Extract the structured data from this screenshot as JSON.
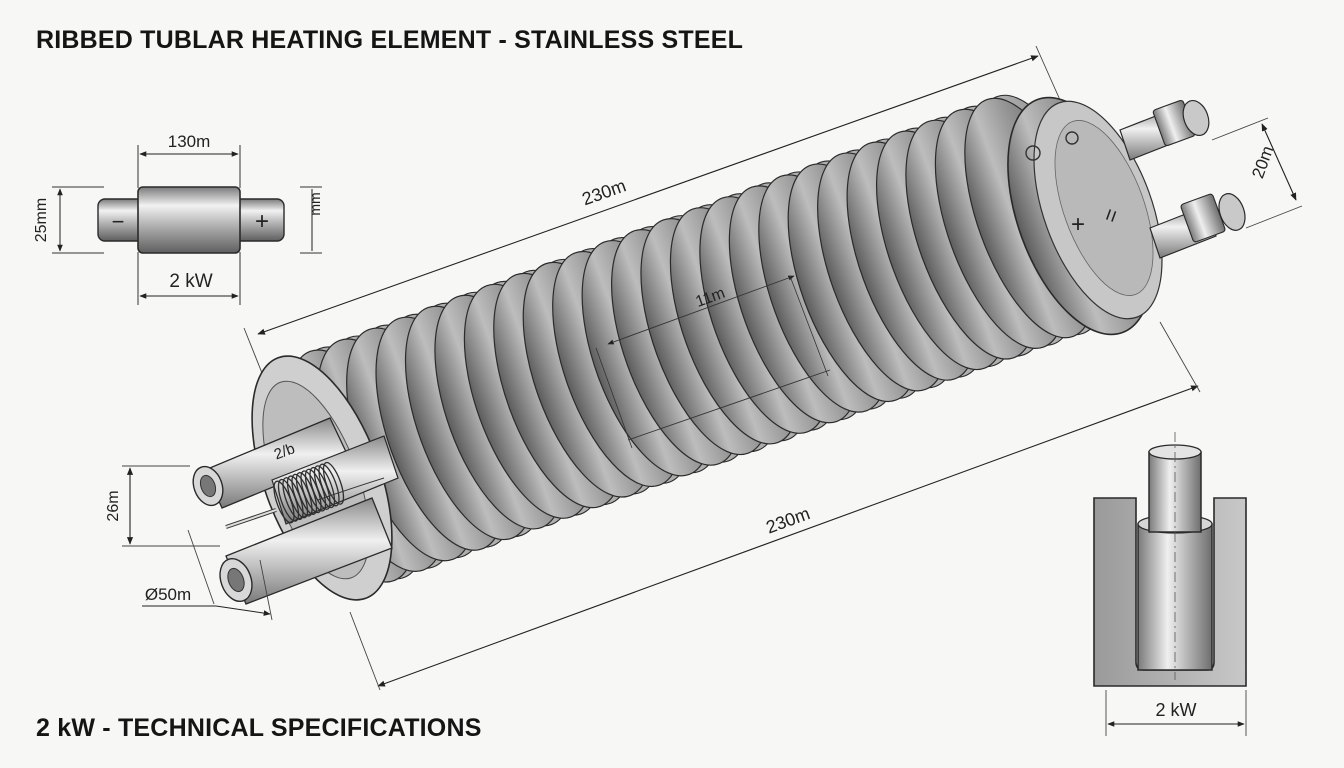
{
  "title": "RIBBED TUBLAR HEATING ELEMENT - STAINLESS STEEL",
  "footer": "2 kW - TECHNICAL SPECIFICATIONS",
  "top_left_detail": {
    "width_label": "130m",
    "height_label": "25mm",
    "side_label": "mm",
    "power_label": "2 kW",
    "minus_symbol": "−",
    "plus_symbol": "+"
  },
  "main_element": {
    "overall_length_top": "230m",
    "overall_length_bottom": "230m",
    "center_label": "11m",
    "right_height_label": "20m",
    "tube_label": "2/b",
    "left_height_label": "26m",
    "diameter_label": "Ø50m",
    "flange_plus": "+",
    "flange_marks": "="
  },
  "bottom_right_detail": {
    "power_label": "2 kW"
  },
  "colors": {
    "metal_dark": "#6b6b6b",
    "metal_mid": "#a8a8a8",
    "metal_light": "#e6e6e6",
    "line": "#1e1e1e"
  }
}
